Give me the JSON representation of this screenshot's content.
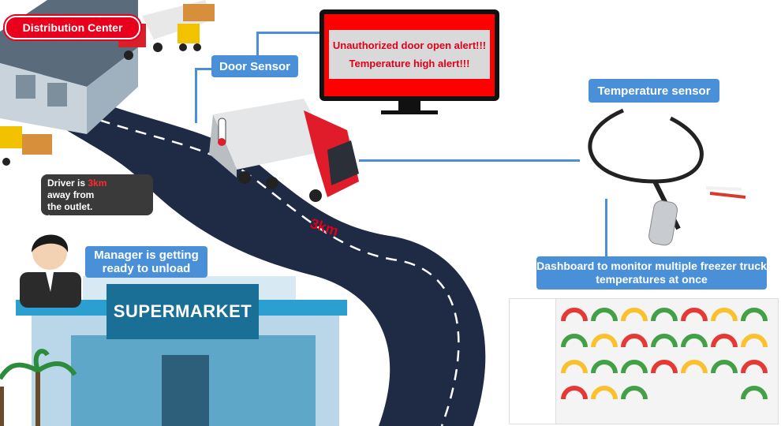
{
  "badges": {
    "distribution_center": "Distribution Center"
  },
  "labels": {
    "door_sensor": "Door Sensor",
    "temperature_sensor": "Temperature sensor",
    "manager": "Manager is getting ready to unload",
    "dashboard": "Dashboard to monitor multiple freezer truck temperatures at once"
  },
  "monitor": {
    "alert_1": "Unauthorized door open alert!!!",
    "alert_2": "Temperature high  alert!!!"
  },
  "speech": {
    "prefix": "Driver is ",
    "distance": "3km",
    "suffix": " away from the outlet. !"
  },
  "road": {
    "distance_label": "3km"
  },
  "store": {
    "sign": "SUPERMARKET"
  },
  "colors": {
    "accent_blue": "#4a90d9",
    "alert_red": "#e0001b",
    "road": "#1f2a44",
    "store_teal": "#1a6f96"
  }
}
